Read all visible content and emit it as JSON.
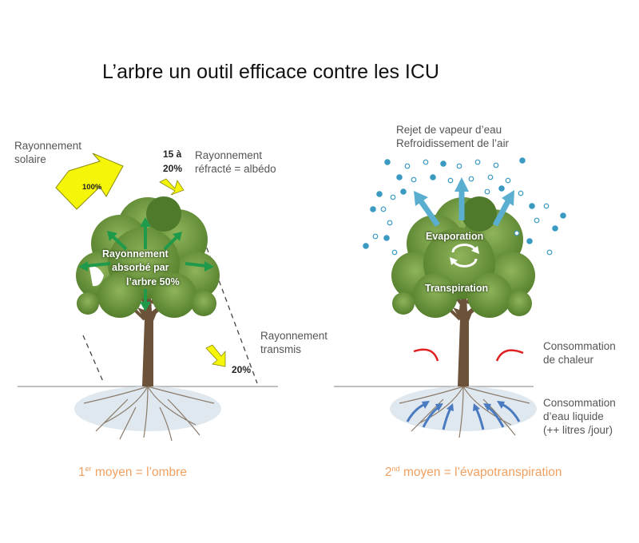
{
  "title": "L’arbre un outil efficace  contre les ICU",
  "left": {
    "solar_label_1": "Rayonnement",
    "solar_label_2": "solaire",
    "solar_percent": "100%",
    "refracted_pct_1": "15 à",
    "refracted_pct_2": "20%",
    "refracted_label_1": "Rayonnement",
    "refracted_label_2": "réfracté = albédo",
    "absorbed_1": "Rayonnement",
    "absorbed_2": "absorbé par",
    "absorbed_3": "l’arbre   50%",
    "transmitted_label_1": "Rayonnement",
    "transmitted_label_2": "transmis",
    "transmitted_pct": "20%",
    "caption_pre": "1",
    "caption_sup": "er",
    "caption_post": " moyen = l’ombre"
  },
  "right": {
    "vapor_1": "Rejet de vapeur d’eau",
    "vapor_2": "Refroidissement de l’air",
    "evaporation": "Evaporation",
    "transpiration": "Transpiration",
    "heat_1": "Consommation",
    "heat_2": "de chaleur",
    "water_1": "Consommation",
    "water_2": "d’eau liquide",
    "water_3": "(++ litres /jour)",
    "caption_pre": "2",
    "caption_sup": "nd",
    "caption_post": " moyen = l’évapotranspiration"
  },
  "colors": {
    "foliage": "#6f9a3e",
    "foliage_dark": "#4f7a2c",
    "trunk": "#6b5238",
    "sun_arrow": "#f5f50a",
    "green_arrow": "#1f9a4a",
    "blue_arrow": "#5aaed0",
    "red_arc": "#e02020",
    "caption": "#f0a060"
  }
}
